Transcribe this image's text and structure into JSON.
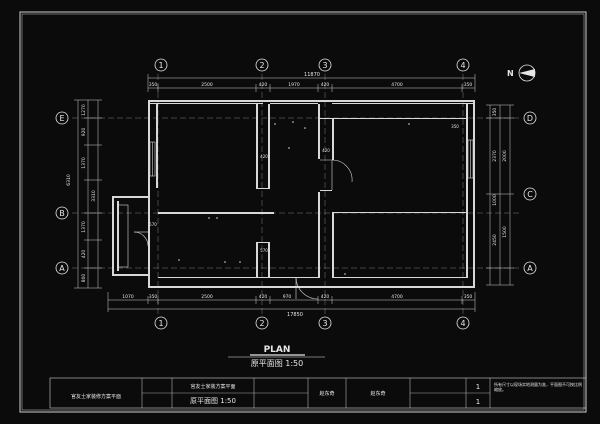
{
  "drawing": {
    "plan_title": "PLAN",
    "plan_subtitle": "原平面图 1:50",
    "north_label": "N",
    "top_total": "11870",
    "bottom_total": "17850",
    "top_dims": [
      "350",
      "2500",
      "420",
      "1970",
      "420",
      "4700",
      "350"
    ],
    "bottom_dims": [
      "1070",
      "350",
      "2500",
      "420",
      "970",
      "420",
      "4700",
      "350"
    ],
    "left_dims_outer": "6310",
    "left_dims_inner": [
      "1270",
      "920",
      "1370",
      "3310",
      "1370",
      "420",
      "800"
    ],
    "right_dims": [
      "2370",
      "2000",
      "350",
      "1000",
      "1500",
      "2450"
    ],
    "col_axes": [
      "1",
      "2",
      "3",
      "4"
    ],
    "row_axes_left": [
      "E",
      "B",
      "A"
    ],
    "row_axes_right": [
      "D",
      "C",
      "A"
    ],
    "room_dims": [
      "420",
      "420",
      "570",
      "570",
      "350"
    ]
  },
  "title_block": {
    "company": "官友士家装修方案平面",
    "project_label": "官友士家装方案平面",
    "drawing_name": "原平面图 1:50",
    "designer_sig": "赵东奇",
    "checker_sig": "赵东奇",
    "sheet_no": "1",
    "sheet_total": "1",
    "note": "所有尺寸以现场实地测量为准，平面图不可按比例缩放。"
  }
}
